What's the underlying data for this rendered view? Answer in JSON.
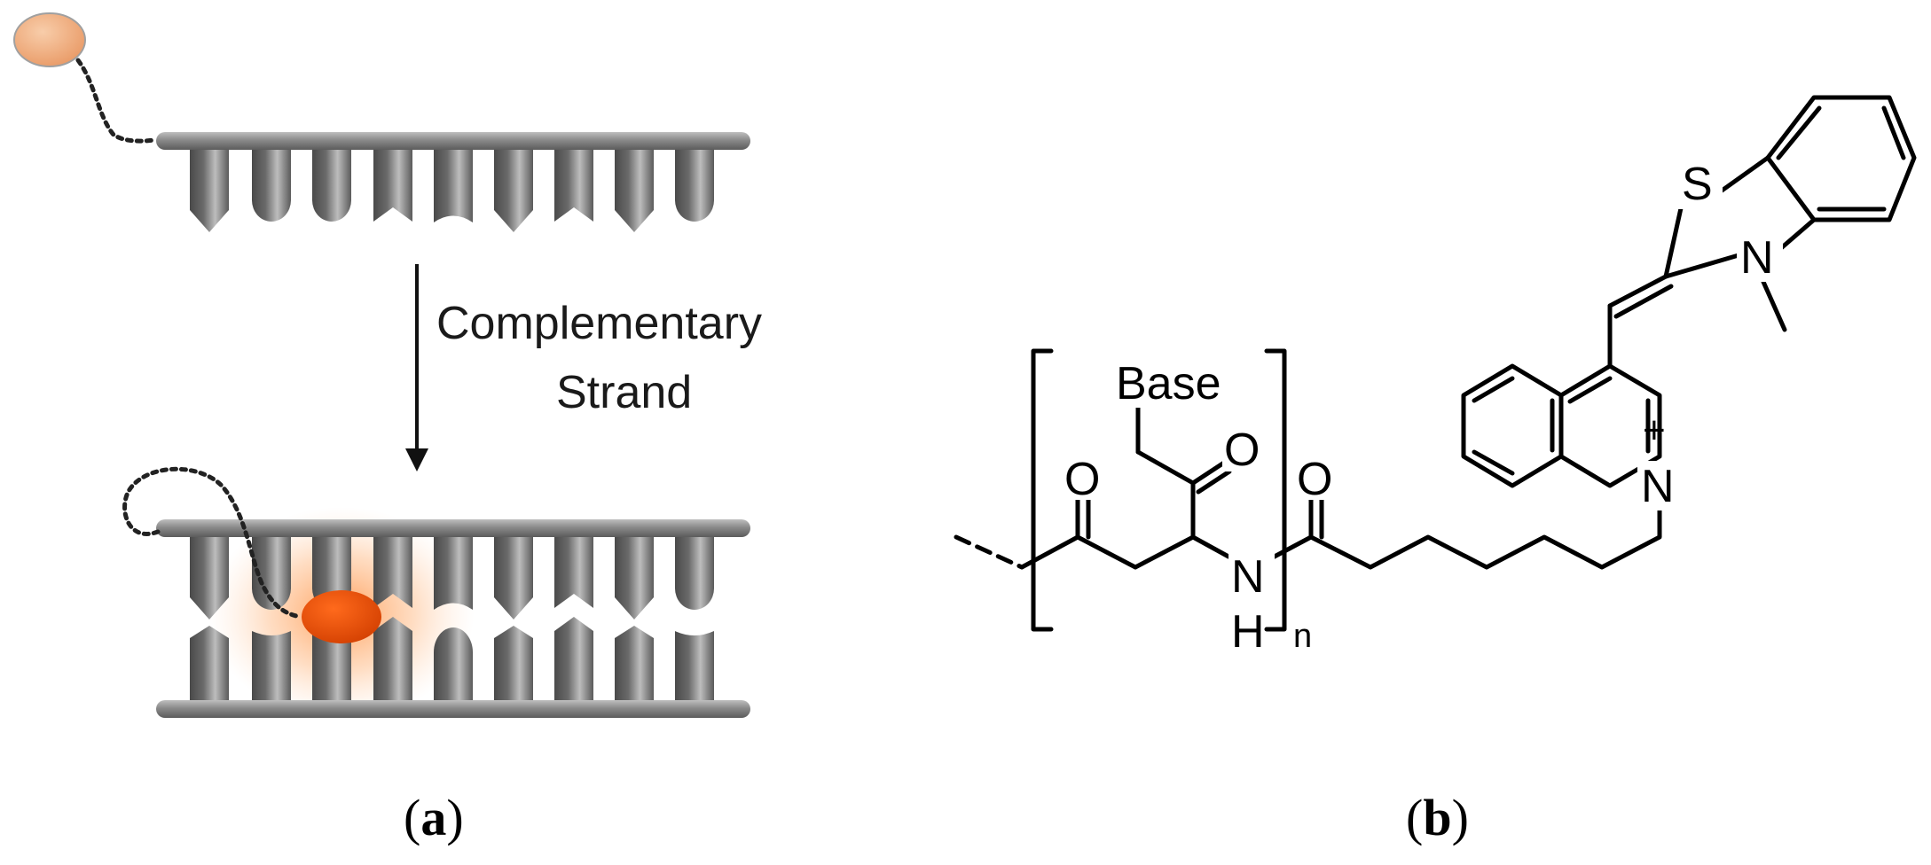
{
  "panel_a": {
    "arrow_label_line1": "Complementary",
    "arrow_label_line2": "Strand",
    "caption_open": "(",
    "caption_letter": "a",
    "caption_close": ")"
  },
  "panel_b": {
    "base_label": "Base",
    "oxygen_label": "O",
    "nitrogen_label": "N",
    "hydrogen_label": "H",
    "sulfur_label": "S",
    "plus_label": "+",
    "repeat_subscript": "n",
    "caption_open": "(",
    "caption_letter": "b",
    "caption_close": ")"
  },
  "colors": {
    "dye_light": "#f3b488",
    "dye_bright": "#e24e08",
    "glow": "#ff9a4a",
    "backbone": "#777777",
    "base_dark": "#4f4f4f",
    "base_light": "#b5b5b5",
    "ink": "#000000"
  }
}
